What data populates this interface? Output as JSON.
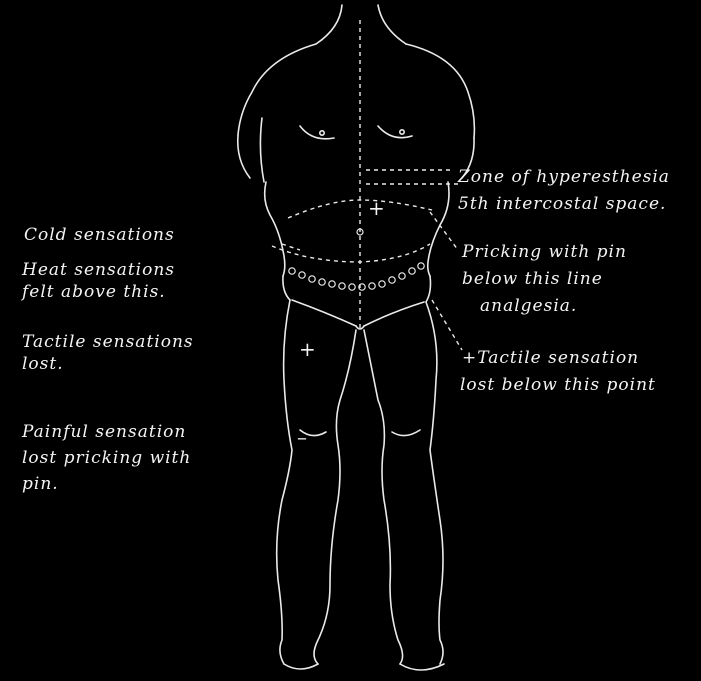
{
  "colors": {
    "background": "#000000",
    "ink": "#f4f4f4"
  },
  "labels": {
    "zone": [
      "Zone of hyperesthesia",
      "5th intercostal space."
    ],
    "pricking": [
      "Pricking with pin",
      "below this line",
      "analgesia."
    ],
    "tactile_point": [
      "+Tactile sensation",
      "lost below this point"
    ],
    "cold": "Cold sensations",
    "heat": [
      "Heat sensations",
      "felt above this."
    ],
    "tactile_lost": [
      "Tactile sensations",
      "lost."
    ],
    "painful": [
      "Painful sensation",
      "lost pricking with",
      "pin."
    ]
  },
  "marks": {
    "plus": "+",
    "minus": "–"
  }
}
